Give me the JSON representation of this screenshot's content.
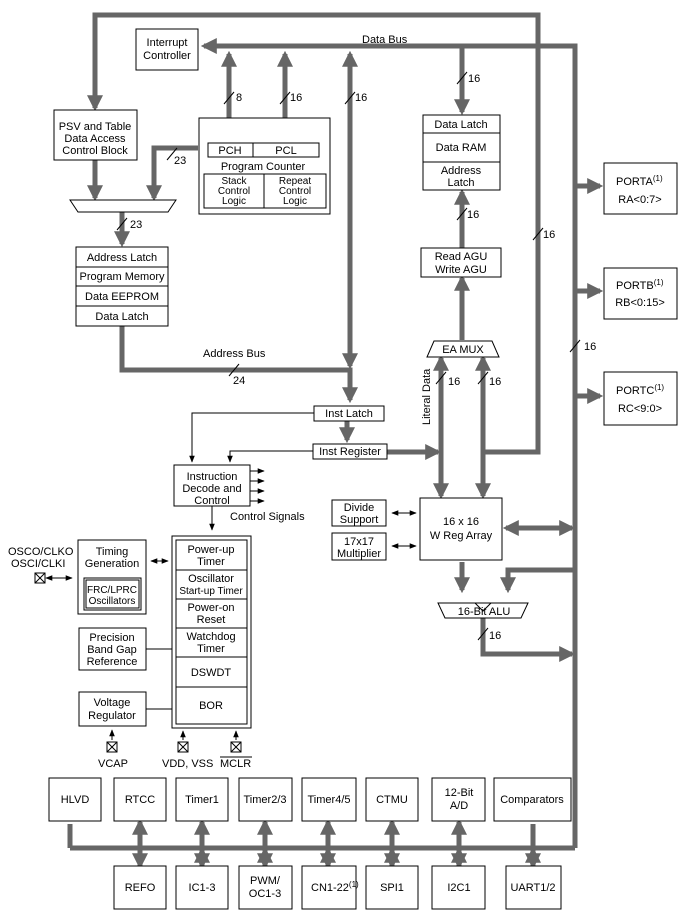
{
  "diagram": {
    "data_bus": "Data Bus",
    "address_bus": "Address Bus",
    "control_signals": "Control Signals",
    "literal_data": "Literal Data",
    "bus_widths": {
      "b8": "8",
      "b16": "16",
      "b23": "23",
      "b24": "24"
    },
    "interrupt_controller": [
      "Interrupt",
      "Controller"
    ],
    "psv": [
      "PSV and Table",
      "Data Access",
      "Control Block"
    ],
    "program_counter": {
      "pch": "PCH",
      "pcl": "PCL",
      "title": "Program Counter",
      "stack": [
        "Stack",
        "Control",
        "Logic"
      ],
      "repeat": [
        "Repeat",
        "Control",
        "Logic"
      ]
    },
    "program_memory": {
      "address_latch": "Address Latch",
      "program_memory": "Program Memory",
      "data_eeprom": "Data EEPROM",
      "data_latch": "Data Latch"
    },
    "data_ram": {
      "data_latch": "Data Latch",
      "data_ram": "Data RAM",
      "address_latch": [
        "Address",
        "Latch"
      ]
    },
    "agu": [
      "Read AGU",
      "Write AGU"
    ],
    "ea_mux": "EA MUX",
    "inst_latch": "Inst Latch",
    "inst_register": "Inst Register",
    "instruction_decode": [
      "Instruction",
      "Decode and",
      "Control"
    ],
    "divide_support": [
      "Divide",
      "Support"
    ],
    "multiplier": [
      "17x17",
      "Multiplier"
    ],
    "w_reg": [
      "16 x 16",
      "W Reg Array"
    ],
    "alu": "16-Bit ALU",
    "osc_pins": [
      "OSCO/CLKO",
      "OSCI/CLKI"
    ],
    "timing": [
      "Timing",
      "Generation"
    ],
    "frc": [
      "FRC/LPRC",
      "Oscillators"
    ],
    "bandgap": [
      "Precision",
      "Band Gap",
      "Reference"
    ],
    "voltage_regulator": [
      "Voltage",
      "Regulator"
    ],
    "power_blocks": {
      "powerup": [
        "Power-up",
        "Timer"
      ],
      "ost": [
        "Oscillator",
        "Start-up Timer"
      ],
      "por": [
        "Power-on",
        "Reset"
      ],
      "wdt": [
        "Watchdog",
        "Timer"
      ],
      "dswdt": "DSWDT",
      "bor": "BOR"
    },
    "pins": {
      "vcap": "VCAP",
      "vdd": "VDD, VSS",
      "mclr": "MCLR"
    },
    "ports": [
      {
        "name": "PORTA",
        "sup": "(1)",
        "pins": "RA<0:7>"
      },
      {
        "name": "PORTB",
        "sup": "(1)",
        "pins": "RB<0:15>"
      },
      {
        "name": "PORTC",
        "sup": "(1)",
        "pins": "RC<9:0>"
      }
    ],
    "top_peripherals": [
      "HLVD",
      "RTCC",
      "Timer1",
      "Timer2/3",
      "Timer4/5",
      "CTMU",
      [
        "12-Bit",
        "A/D"
      ],
      "Comparators"
    ],
    "bottom_peripherals": [
      "REFO",
      "IC1-3",
      [
        "PWM/",
        "OC1-3"
      ],
      "CN1-22",
      "SPI1",
      "I2C1",
      "UART1/2"
    ],
    "cn_sup": "(1)"
  }
}
